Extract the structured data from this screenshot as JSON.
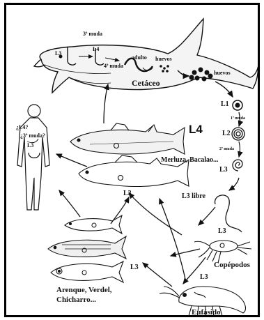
{
  "labels": {
    "cetaceo": "Cetáceo",
    "huevos_inner": "huevos",
    "huevos_outer": "huevos",
    "adulto": "adulto",
    "muda3_cetacean": "3ª muda",
    "muda4": "4ª muda",
    "l3_cetacean": "L3",
    "l4_cetacean": "L4",
    "l1": "L1",
    "muda1": "1ª muda",
    "l2": "L2",
    "muda2": "2ª muda",
    "l3_stage": "L3",
    "l4_big": "L4",
    "l3_libre": "L3 libre",
    "l3_copepod": "L3",
    "copepodos": "Copépodos",
    "l3_eufasido": "L3",
    "eufasido": "Eufásido",
    "l3_small_fish": "L3",
    "l3_medium_fish": "L3",
    "fish_names_top": "Merluza, Bacalao...",
    "fish_names_bottom_1": "Arenque, Verdel,",
    "fish_names_bottom_2": "Chicharro...",
    "human_l4": "¿L4?",
    "human_muda": "¿3ª muda?",
    "human_l3": "L3"
  },
  "colors": {
    "ink": "#111111",
    "background": "#ffffff",
    "border": "#000000"
  }
}
